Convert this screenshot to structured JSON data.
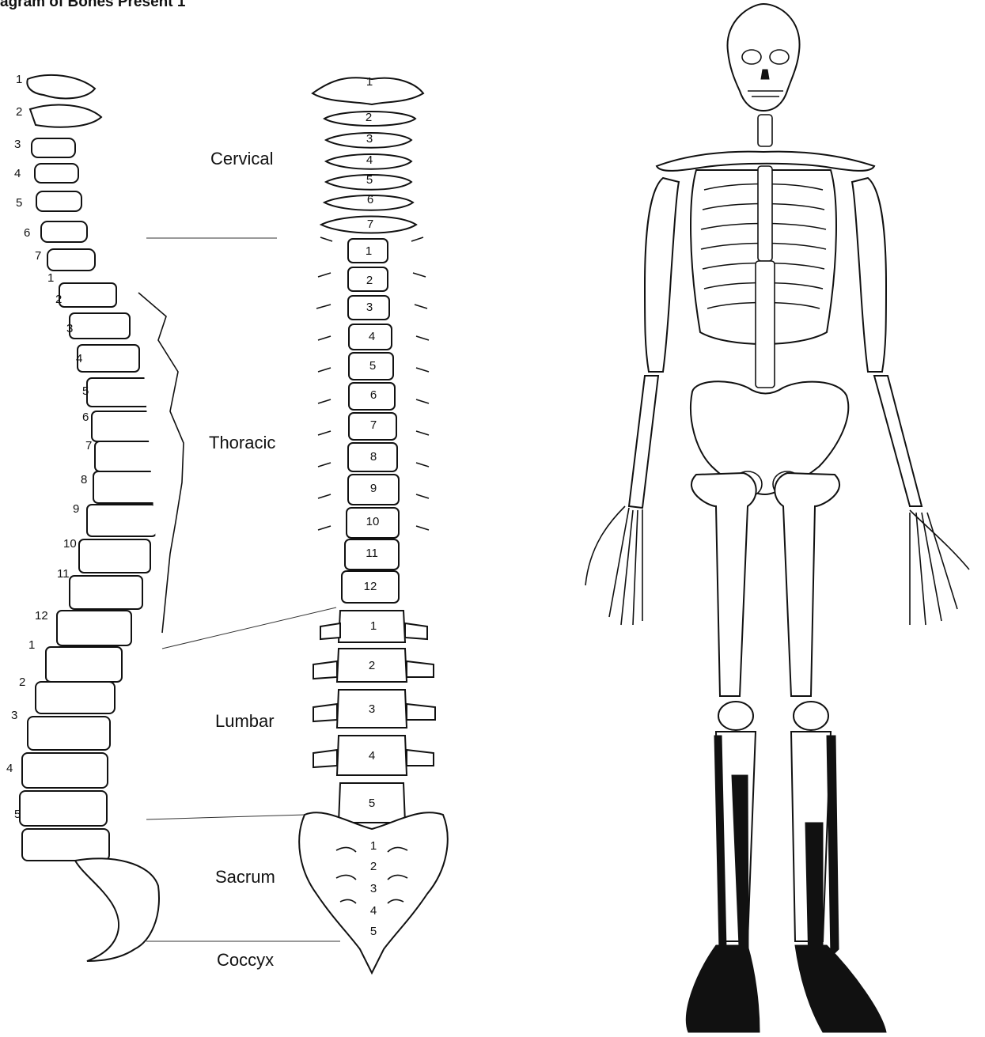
{
  "title": "agram of Bones Present 1",
  "regions": {
    "cervical": "Cervical",
    "thoracic": "Thoracic",
    "lumbar": "Lumbar",
    "sacrum": "Sacrum",
    "coccyx": "Coccyx"
  },
  "side_view_numbers": [
    "1",
    "2",
    "3",
    "4",
    "5",
    "6",
    "7",
    "1",
    "2",
    "3",
    "4",
    "5",
    "6",
    "7",
    "8",
    "9",
    "10",
    "11",
    "12",
    "1",
    "2",
    "3",
    "4",
    "5"
  ],
  "front_view_numbers": [
    "1",
    "2",
    "3",
    "4",
    "5",
    "6",
    "7",
    "1",
    "2",
    "3",
    "4",
    "5",
    "6",
    "7",
    "8",
    "9",
    "10",
    "11",
    "12",
    "1",
    "2",
    "3",
    "4",
    "5",
    "1",
    "2",
    "3",
    "4",
    "5"
  ]
}
